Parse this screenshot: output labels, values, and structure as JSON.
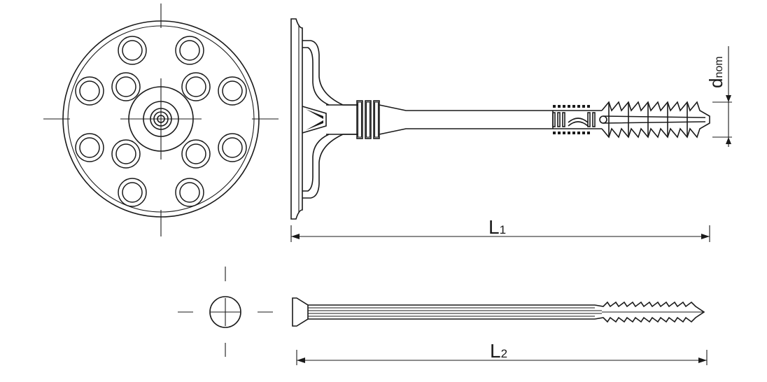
{
  "labels": {
    "l1_main": "L",
    "l1_sub": "1",
    "l2_main": "L",
    "l2_sub": "2",
    "d_main": "d",
    "d_sub": "nom"
  },
  "colors": {
    "line": "#1a1a1a",
    "background": "#ffffff"
  }
}
